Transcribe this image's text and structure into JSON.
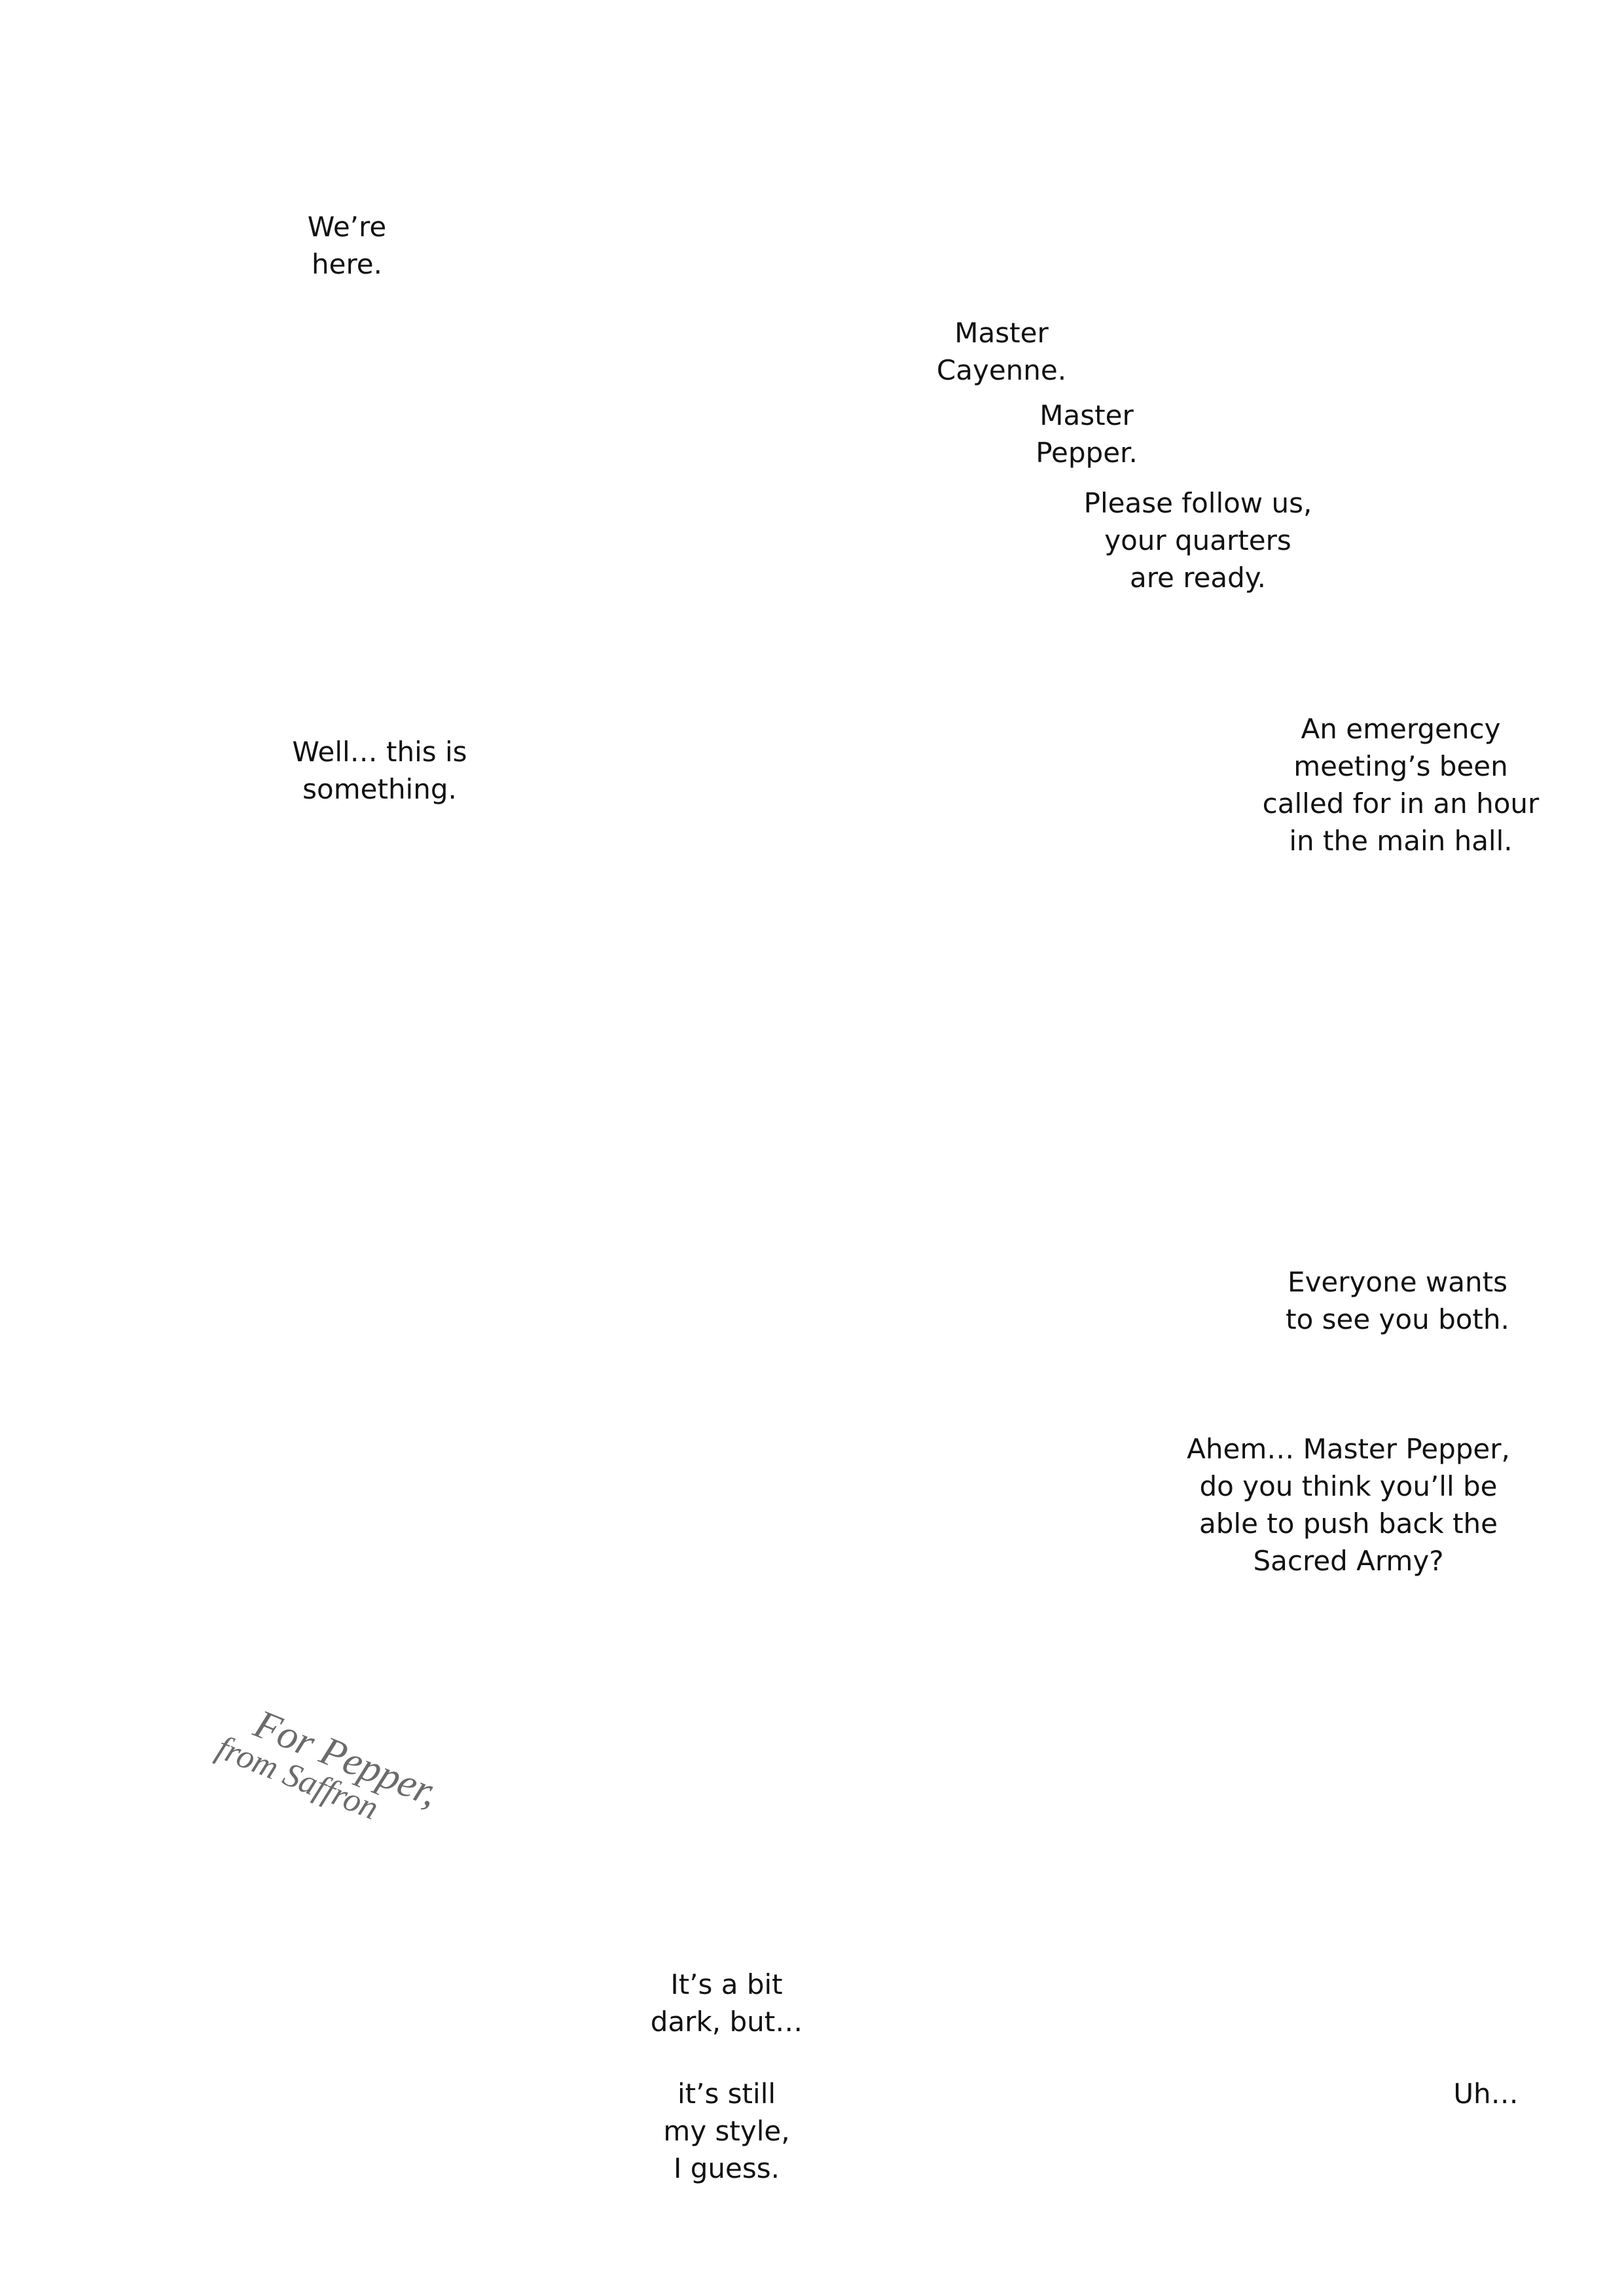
{
  "bubbles": [
    {
      "id": "were-here",
      "lines": [
        "We’re",
        "here."
      ]
    },
    {
      "id": "master-cayenne",
      "lines": [
        "Master",
        "Cayenne."
      ]
    },
    {
      "id": "master-pepper",
      "lines": [
        "Master",
        "Pepper."
      ]
    },
    {
      "id": "please-follow",
      "lines": [
        "Please follow us,",
        "your quarters",
        "are ready."
      ]
    },
    {
      "id": "well-this",
      "lines": [
        "Well… this is",
        "something."
      ]
    },
    {
      "id": "emergency-meeting",
      "lines": [
        "An emergency",
        "meeting’s been",
        "called for in an hour",
        "in the main hall."
      ]
    },
    {
      "id": "everyone-wants",
      "lines": [
        "Everyone wants",
        "to see you both."
      ]
    },
    {
      "id": "ahem",
      "lines": [
        "Ahem… Master Pepper,",
        "do you think you’ll be",
        "able to push back the",
        "Sacred Army?"
      ]
    },
    {
      "id": "bit-dark",
      "lines": [
        "It’s a bit",
        "dark, but…"
      ]
    },
    {
      "id": "still-my-style",
      "lines": [
        "it’s still",
        "my style,",
        "I guess."
      ]
    },
    {
      "id": "uh",
      "lines": [
        "Uh…"
      ]
    }
  ],
  "inscription": {
    "line1": "For Pepper,",
    "line2": "from Saffron"
  },
  "colors": {
    "background": "#ffffff",
    "text": "#111111",
    "inscription": "#6b6b6b"
  }
}
